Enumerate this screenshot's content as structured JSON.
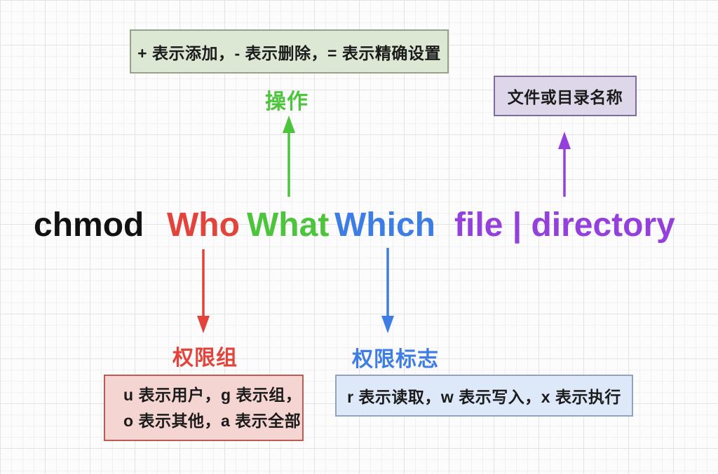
{
  "canvas": {
    "bg": "#fcfcfc"
  },
  "colors": {
    "red": "#E2443B",
    "green": "#4CC43C",
    "blue": "#3D7DE4",
    "purple": "#9440DC",
    "ink": "#111111"
  },
  "command": {
    "chmod": "chmod",
    "who": "Who",
    "what": "What",
    "which": "Which",
    "target": "file | directory"
  },
  "labels": {
    "operation": "操作",
    "permission_group": "权限组",
    "permission_flags": "权限标志"
  },
  "notes": {
    "operation": {
      "text": "+ 表示添加，- 表示删除，= 表示精确设置",
      "bg": "#DCE8D3",
      "border": "#94A287"
    },
    "target": {
      "text": "文件或目录名称",
      "bg": "#DED7E9",
      "border": "#7E6B9C"
    },
    "permission_group": {
      "line1": "u 表示用户，g 表示组，",
      "line2": "o 表示其他，a 表示全部",
      "bg": "#F4D5D1",
      "border": "#BF5A50"
    },
    "permission_flags": {
      "text": "r 表示读取，w 表示写入，x 表示执行",
      "bg": "#DDE8F8",
      "border": "#93A2BE"
    }
  }
}
